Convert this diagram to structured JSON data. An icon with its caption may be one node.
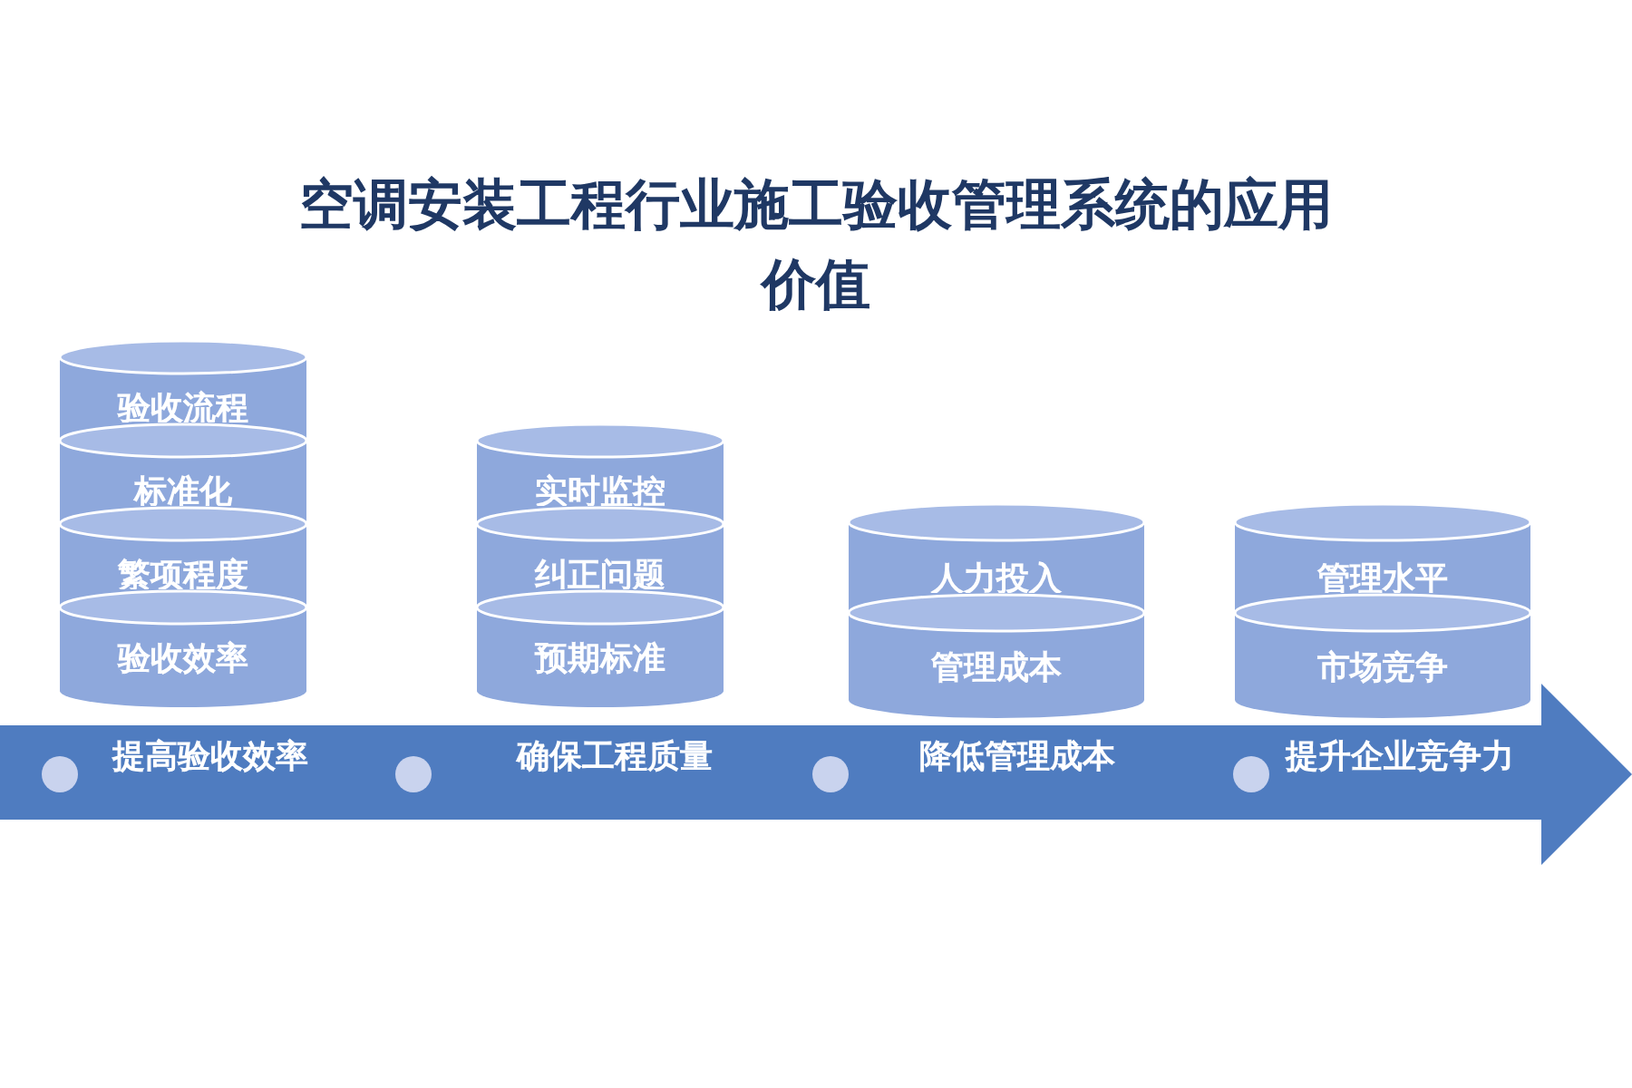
{
  "diagram": {
    "title": "空调安装工程行业施工验收管理系统的应用价值",
    "nodes": [
      {
        "text": [
          "验收流程"
        ]
      },
      {
        "text": [
          "标准化"
        ]
      },
      {
        "text": [
          "繁项程度"
        ]
      },
      {
        "text": [
          "验收效率"
        ]
      },
      {
        "text": [
          "实时监控"
        ]
      },
      {
        "text": [
          "纠正问题"
        ]
      },
      {
        "text": [
          "预期标准"
        ]
      },
      {
        "text": [
          "人力投入"
        ]
      },
      {
        "text": [
          "管理成本"
        ]
      },
      {
        "text": [
          "管理水平"
        ]
      },
      {
        "text": [
          "市场竞争"
        ]
      },
      {
        "text": [],
        "shape": "arrow"
      },
      {
        "text": [
          "提高验收效率"
        ],
        "in": 11
      },
      {
        "text": [
          "确保工程质量"
        ],
        "in": 11
      },
      {
        "text": [
          "降低管理成本"
        ],
        "in": 11
      },
      {
        "text": [
          "提升企业竞争力"
        ],
        "in": 11
      }
    ],
    "edges": []
  }
}
